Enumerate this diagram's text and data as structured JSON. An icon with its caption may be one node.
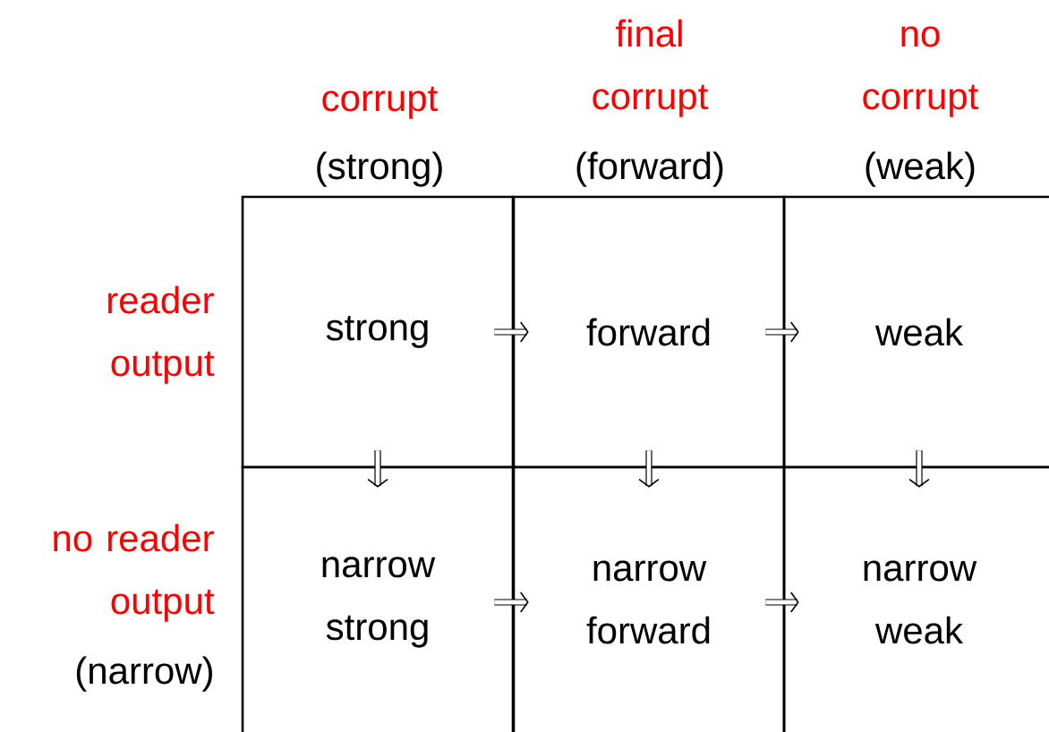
{
  "diagram": {
    "nodes": [
      {
        "text": [
          "strong"
        ]
      },
      {
        "text": [
          "forward"
        ]
      },
      {
        "text": [
          "weak"
        ]
      },
      {
        "text": [
          "narrow strong"
        ]
      },
      {
        "text": [
          "narrow forward"
        ]
      },
      {
        "text": [
          "narrow weak"
        ]
      }
    ],
    "edges": [
      {
        "from": 0,
        "to": 1,
        "arrow": "to"
      },
      {
        "from": 1,
        "to": 2,
        "arrow": "to"
      },
      {
        "from": 0,
        "to": 3,
        "arrow": "to"
      },
      {
        "from": 1,
        "to": 4,
        "arrow": "to"
      },
      {
        "from": 2,
        "to": 5,
        "arrow": "to"
      },
      {
        "from": 3,
        "to": 4,
        "arrow": "to"
      },
      {
        "from": 4,
        "to": 5,
        "arrow": "to"
      }
    ],
    "labels": [
      "corrupt",
      "(strong)",
      "final corrupt",
      "(forward)",
      "no corrupt",
      "(weak)",
      "reader output",
      "no reader output",
      "(narrow)"
    ]
  }
}
